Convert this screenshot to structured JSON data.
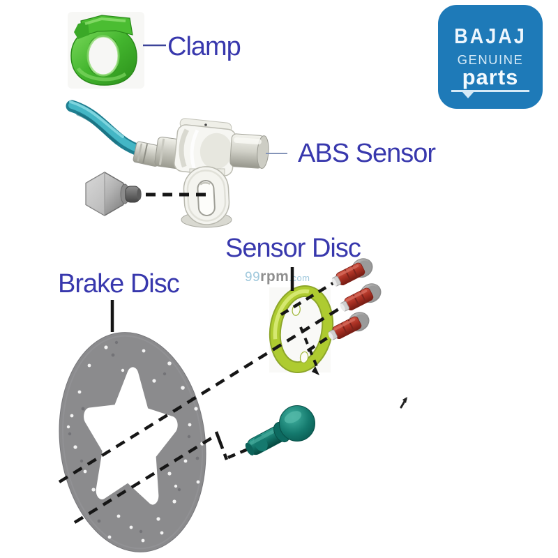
{
  "labels": {
    "clamp": "Clamp",
    "abs_sensor": "ABS Sensor",
    "sensor_disc": "Sensor Disc",
    "brake_disc": "Brake Disc"
  },
  "logo": {
    "line1": "BAJAJ",
    "line2": "GENUINE",
    "line3": "parts"
  },
  "watermark": {
    "part1": "99",
    "part2": "rpm",
    "part3": ".com"
  },
  "colors": {
    "label_text": "#3838ad",
    "logo_blue": "#1e7ab8",
    "clamp_green": "#43b52e",
    "sensor_disc_lime": "#aecb30",
    "brake_disc_gray": "#8b8b8d",
    "bolt_red": "#a93023",
    "bolt_teal": "#117065",
    "cable_teal": "#44b6c5",
    "line_black": "#161616",
    "watermark_blue": "#9fc8dc",
    "watermark_gray": "#8f8f8f"
  }
}
